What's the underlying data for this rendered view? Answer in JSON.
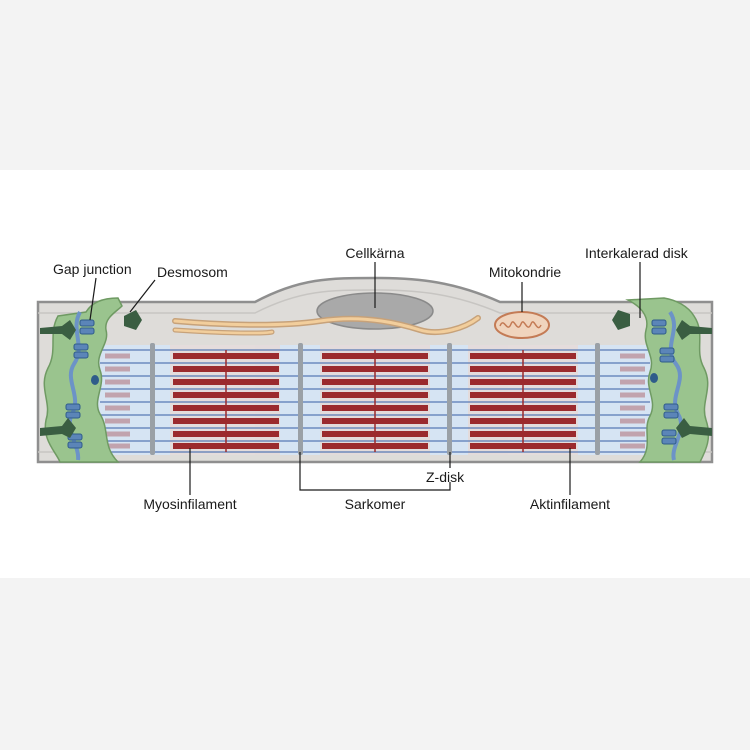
{
  "labels": {
    "gap_junction": "Gap junction",
    "desmosom": "Desmosom",
    "cellkarna": "Cellkärna",
    "mitokondrie": "Mitokondrie",
    "interkalerad_disk": "Interkalerad disk",
    "myosinfilament": "Myosinfilament",
    "sarkomer": "Sarkomer",
    "z_disk": "Z-disk",
    "aktinfilament": "Aktinfilament"
  },
  "colors": {
    "cytoplasm": "#dedcd9",
    "membrane": "#9a9a9a",
    "myofibril_band": "#d6e4f3",
    "myosin": "#9b2a2d",
    "actin": "#5b7cb6",
    "z_disk": "#9aa0a6",
    "nucleus": "#a9a9a9",
    "mitochondrion": "#d9a27d",
    "intercalated_disc": "#9ac48e",
    "gap_junction": "#3d6fa3"
  }
}
